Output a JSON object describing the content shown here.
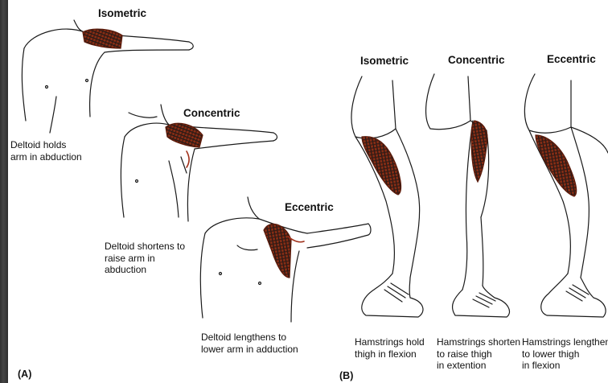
{
  "panel_a": {
    "label": "(A)",
    "isometric": {
      "title": "Isometric",
      "caption_line1": "Deltoid holds",
      "caption_line2": "arm in abduction"
    },
    "concentric": {
      "title": "Concentric",
      "caption_line1": "Deltoid shortens to",
      "caption_line2": "raise arm in",
      "caption_line3": "abduction"
    },
    "eccentric": {
      "title": "Eccentric",
      "caption_line1": "Deltoid lengthens to",
      "caption_line2": "lower arm in adduction"
    }
  },
  "panel_b": {
    "label": "(B)",
    "isometric": {
      "title": "Isometric",
      "caption_line1": "Hamstrings hold",
      "caption_line2": "thigh in flexion"
    },
    "concentric": {
      "title": "Concentric",
      "caption_line1": "Hamstrings shorten",
      "caption_line2": "to raise thigh",
      "caption_line3": "in extention"
    },
    "eccentric": {
      "title": "Eccentric",
      "caption_line1": "Hamstrings lengthen",
      "caption_line2": "to lower thigh",
      "caption_line3": "in flexion"
    }
  },
  "colors": {
    "muscle": "#8b2d14",
    "muscle_dark": "#5a1a0a",
    "line": "#1a1a1a",
    "background": "#ffffff",
    "frame": "#3a3a3a"
  }
}
